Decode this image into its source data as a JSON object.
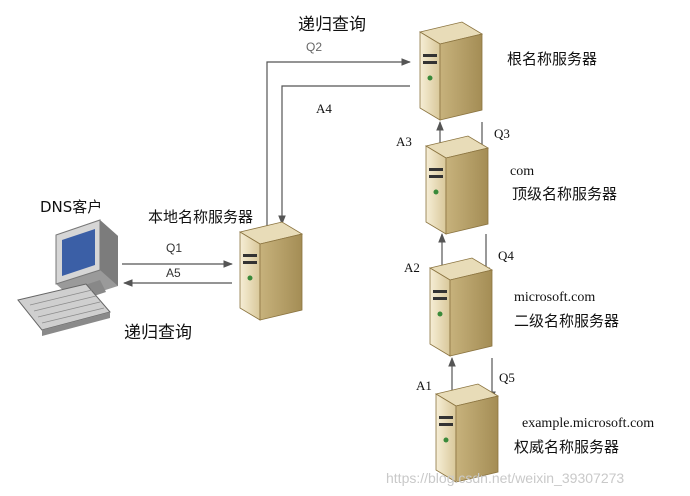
{
  "labels": {
    "recursive_top": "递归查询",
    "recursive_bottom": "递归查询",
    "dns_client": "DNS客户",
    "local_server": "本地名称服务器",
    "root_server": "根名称服务器",
    "com_domain": "com",
    "tld_server": "顶级名称服务器",
    "ms_domain": "microsoft.com",
    "second_server": "二级名称服务器",
    "example_domain": "example.microsoft.com",
    "auth_server": "权威名称服务器"
  },
  "arrows": {
    "q1": "Q1",
    "a5": "A5",
    "q2": "Q2",
    "a4": "A4",
    "q3": "Q3",
    "a3": "A3",
    "q4": "Q4",
    "a2": "A2",
    "q5": "Q5",
    "a1": "A1"
  },
  "watermark": "https://blog.csdn.net/weixin_39307273",
  "colors": {
    "line": "#555555",
    "server_body": "#efe3c2",
    "server_dark": "#b39c64",
    "monitor": "#8a8a8a",
    "screen": "#3b5fa6"
  }
}
